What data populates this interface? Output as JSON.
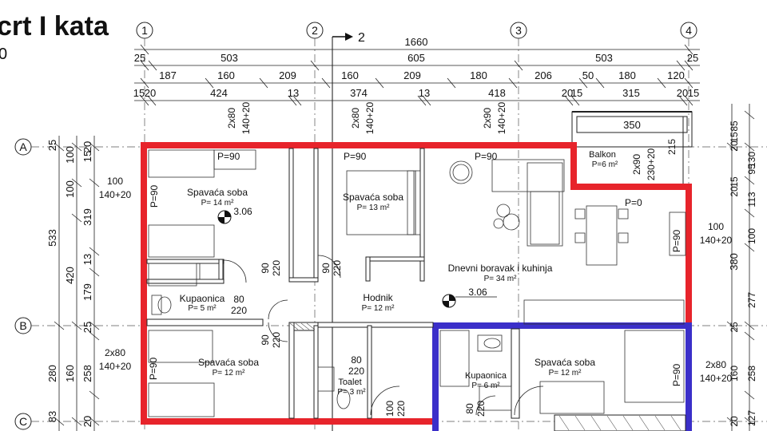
{
  "title": "crt I kata",
  "subtitle": "0",
  "section_marker": "2",
  "axes": {
    "columns": [
      "1",
      "2",
      "3",
      "4"
    ],
    "rows": [
      "A",
      "B",
      "C"
    ]
  },
  "dimensions": {
    "total": "1660",
    "row1": [
      "25",
      "503",
      "605",
      "503",
      "25"
    ],
    "row2": [
      "187",
      "160",
      "209",
      "160",
      "209",
      "180",
      "206",
      "50",
      "180",
      "120"
    ],
    "row3": [
      "15",
      "20",
      "424",
      "13",
      "374",
      "13",
      "418",
      "20",
      "15",
      "315",
      "20",
      "15"
    ],
    "left_outer": [
      "25",
      "20",
      "15",
      "533",
      "83",
      "20"
    ],
    "left_outer2": [
      "280",
      "100",
      "100"
    ],
    "left_inner": [
      "100",
      "319",
      "13",
      "179",
      "25",
      "160",
      "258",
      "420"
    ],
    "right": [
      "20",
      "15",
      "85",
      "20",
      "15",
      "95",
      "130",
      "113",
      "100",
      "380",
      "277",
      "25",
      "160",
      "258",
      "127",
      "20"
    ],
    "balcony_width": "350",
    "balcony_depth": "215"
  },
  "rooms": [
    {
      "name": "Spavaća soba",
      "area": "P= 14 m²"
    },
    {
      "name": "Spavaća soba",
      "area": "P= 13 m²"
    },
    {
      "name": "Dnevni boravak i kuhinja",
      "area": "P= 34 m²"
    },
    {
      "name": "Balkon",
      "area": "P=6 m²"
    },
    {
      "name": "Kupaonica",
      "area": "P= 5 m²"
    },
    {
      "name": "Hodnik",
      "area": "P= 12 m²"
    },
    {
      "name": "Spavaća soba",
      "area": "P= 12 m²"
    },
    {
      "name": "Toalet",
      "area": "P= 3 m²"
    },
    {
      "name": "Kupaonica",
      "area": "P= 6 m²"
    },
    {
      "name": "Spavaća soba",
      "area": "P= 12 m²"
    }
  ],
  "parapets": {
    "p90": "P=90",
    "p0": "P=0"
  },
  "windows": {
    "w2x80": "2x80",
    "w140": "140+20",
    "w2x90": "2x90",
    "w230": "230+20",
    "w100": "100"
  },
  "doors": {
    "d80": "80",
    "d90": "90",
    "d100": "100",
    "d220": "220"
  },
  "levels": {
    "l1": "3.06",
    "l2": "3.06"
  }
}
